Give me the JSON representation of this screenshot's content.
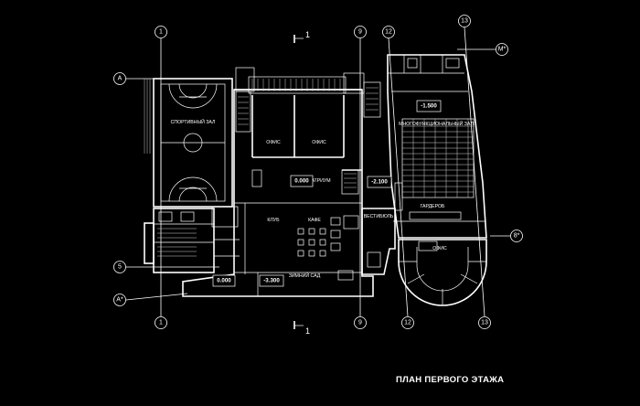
{
  "title": "ПЛАН ПЕРВОГО ЭТАЖА",
  "axes": {
    "top": [
      "1",
      "9",
      "12",
      "13"
    ],
    "bottom": [
      "1",
      "9",
      "12",
      "13"
    ],
    "left": [
      "А",
      "5",
      "А*"
    ],
    "right": [
      "М*",
      "8*"
    ]
  },
  "section_marks": [
    "1",
    "1"
  ],
  "rooms": {
    "sport_hall": "СПОРТИВНЫЙ ЗАЛ",
    "office_left": "ОФИС",
    "office_right": "ОФИС",
    "atrium": "АТРИУМ",
    "club": "КЛУБ",
    "cafe": "КАФЕ",
    "vestibule": "ВЕСТИБЮЛЬ",
    "winter_garden": "ЗИМНИЙ САД",
    "multi_hall": "МНОГОФУНКЦИОНАЛЬНЫЙ ЗАЛ",
    "wardrobe": "ГАРДЕРОБ",
    "office_round": "ОФИС"
  },
  "levels": {
    "atrium": "0.000",
    "vestibule": "-2.100",
    "hall": "-1.500",
    "entrance": "0.000",
    "garden": "-3.300"
  }
}
